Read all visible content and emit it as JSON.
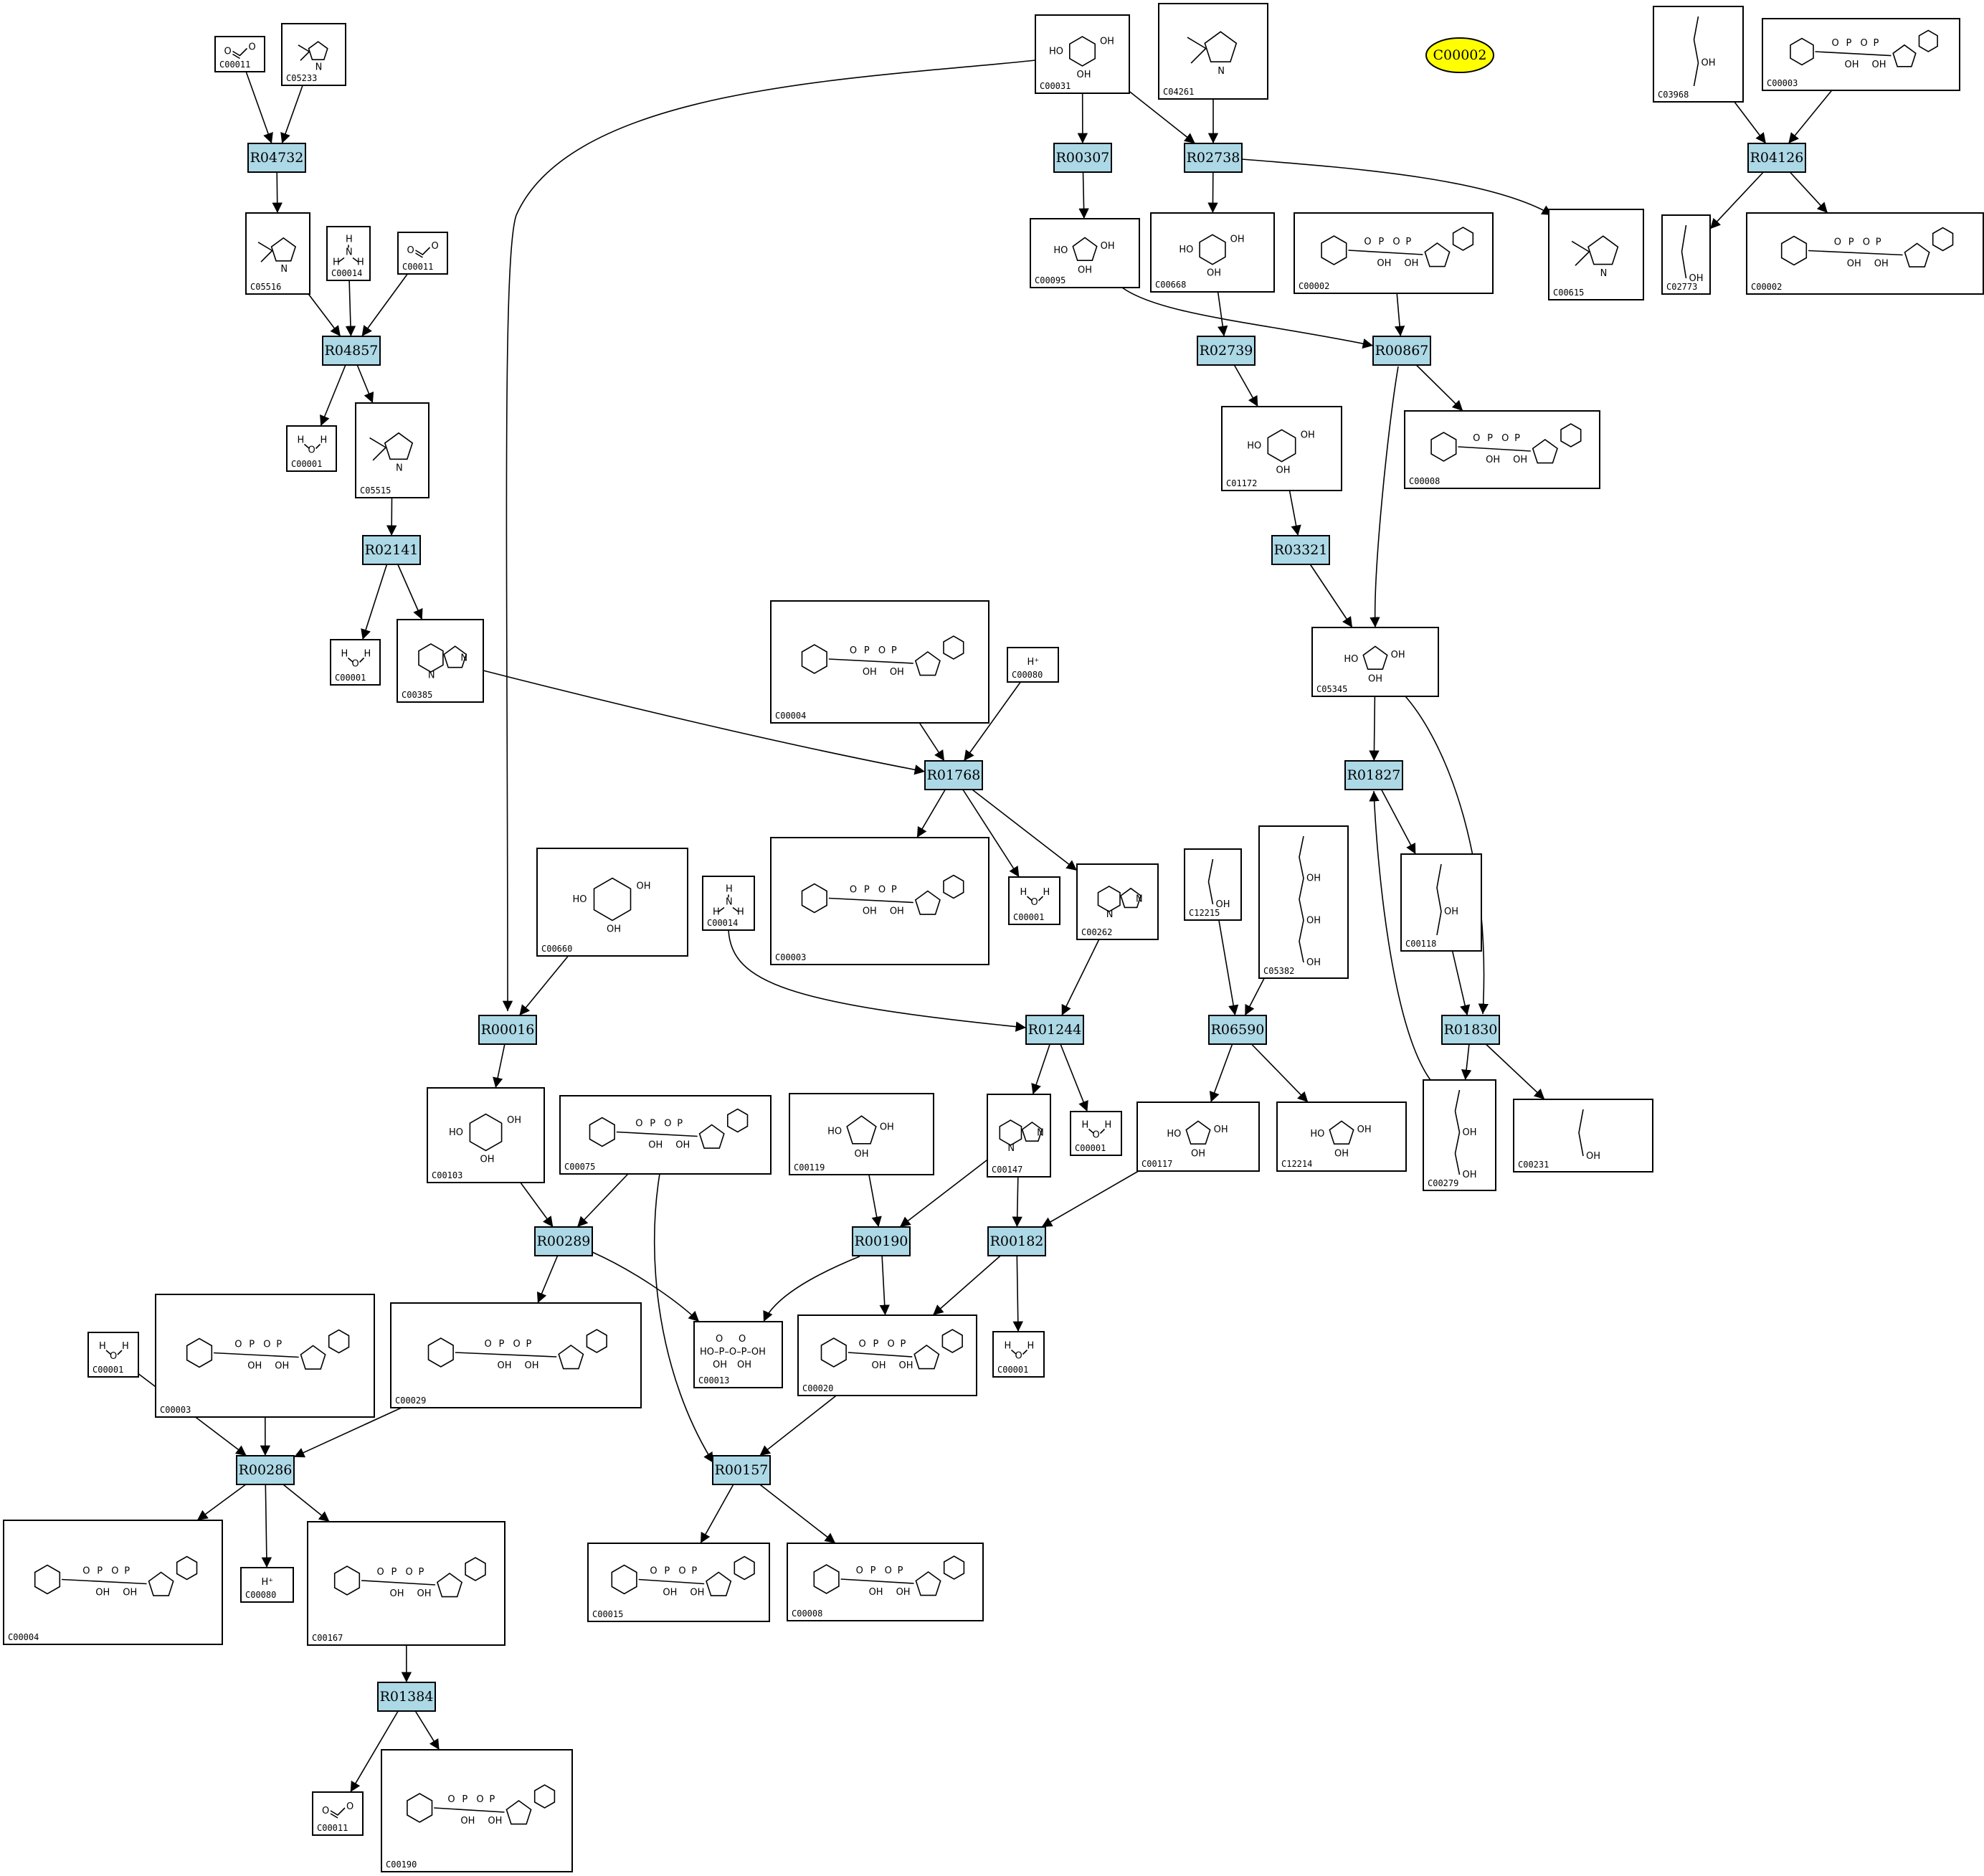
{
  "highlight": {
    "id": "C00002",
    "color": "#ffff00"
  },
  "colors": {
    "reaction": "#add8e6",
    "compound_bg": "#ffffff",
    "highlight": "#ffff00"
  },
  "reactions": [
    {
      "id": "R04732"
    },
    {
      "id": "R04857"
    },
    {
      "id": "R02141"
    },
    {
      "id": "R00307"
    },
    {
      "id": "R02738"
    },
    {
      "id": "R04126"
    },
    {
      "id": "R02739"
    },
    {
      "id": "R00867"
    },
    {
      "id": "R03321"
    },
    {
      "id": "R01768"
    },
    {
      "id": "R01827"
    },
    {
      "id": "R00016"
    },
    {
      "id": "R01244"
    },
    {
      "id": "R06590"
    },
    {
      "id": "R01830"
    },
    {
      "id": "R00289"
    },
    {
      "id": "R00190"
    },
    {
      "id": "R00182"
    },
    {
      "id": "R00286"
    },
    {
      "id": "R00157"
    },
    {
      "id": "R01384"
    }
  ],
  "compounds": [
    {
      "key": "c00011a",
      "label": "C00011",
      "motif": "co2"
    },
    {
      "key": "c05233",
      "label": "C05233",
      "motif": "imid"
    },
    {
      "key": "c05516",
      "label": "C05516",
      "motif": "imid"
    },
    {
      "key": "c00014a",
      "label": "C00014",
      "motif": "nh3"
    },
    {
      "key": "c00011b",
      "label": "C00011",
      "motif": "co2"
    },
    {
      "key": "c00001a",
      "label": "C00001",
      "motif": "h2o"
    },
    {
      "key": "c05515",
      "label": "C05515",
      "motif": "imid"
    },
    {
      "key": "c00001b",
      "label": "C00001",
      "motif": "h2o"
    },
    {
      "key": "c00385",
      "label": "C00385",
      "motif": "purine"
    },
    {
      "key": "c00031",
      "label": "C00031",
      "motif": "pyran"
    },
    {
      "key": "c04261",
      "label": "C04261",
      "motif": "imid"
    },
    {
      "key": "c03968",
      "label": "C03968",
      "motif": "chain"
    },
    {
      "key": "c00003a",
      "label": "C00003",
      "motif": "nuc"
    },
    {
      "key": "c00095",
      "label": "C00095",
      "motif": "furan"
    },
    {
      "key": "c00668",
      "label": "C00668",
      "motif": "pyran"
    },
    {
      "key": "c00002a",
      "label": "C00002",
      "motif": "nuc"
    },
    {
      "key": "c00615",
      "label": "C00615",
      "motif": "imid"
    },
    {
      "key": "c02773",
      "label": "C02773",
      "motif": "chain"
    },
    {
      "key": "c00002b",
      "label": "C00002",
      "motif": "nuc"
    },
    {
      "key": "c01172",
      "label": "C01172",
      "motif": "pyran"
    },
    {
      "key": "c00008",
      "label": "C00008",
      "motif": "nuc"
    },
    {
      "key": "c05345",
      "label": "C05345",
      "motif": "furan"
    },
    {
      "key": "c00004a",
      "label": "C00004",
      "motif": "nuc"
    },
    {
      "key": "c00080a",
      "label": "C00080",
      "motif": "proton"
    },
    {
      "key": "c00660",
      "label": "C00660",
      "motif": "pyran"
    },
    {
      "key": "c00014b",
      "label": "C00014",
      "motif": "nh3"
    },
    {
      "key": "c00003b",
      "label": "C00003",
      "motif": "nuc"
    },
    {
      "key": "c00001c",
      "label": "C00001",
      "motif": "h2o"
    },
    {
      "key": "c00262",
      "label": "C00262",
      "motif": "purine"
    },
    {
      "key": "c12215",
      "label": "C12215",
      "motif": "chain"
    },
    {
      "key": "c05382",
      "label": "C05382",
      "motif": "chain"
    },
    {
      "key": "c00118",
      "label": "C00118",
      "motif": "chain"
    },
    {
      "key": "c00103",
      "label": "C00103",
      "motif": "pyran"
    },
    {
      "key": "c00075",
      "label": "C00075",
      "motif": "nuc"
    },
    {
      "key": "c00119",
      "label": "C00119",
      "motif": "furan"
    },
    {
      "key": "c00147",
      "label": "C00147",
      "motif": "purine"
    },
    {
      "key": "c00001d",
      "label": "C00001",
      "motif": "h2o"
    },
    {
      "key": "c00117",
      "label": "C00117",
      "motif": "furan"
    },
    {
      "key": "c12214",
      "label": "C12214",
      "motif": "furan"
    },
    {
      "key": "c00279",
      "label": "C00279",
      "motif": "chain"
    },
    {
      "key": "c00231",
      "label": "C00231",
      "motif": "chain"
    },
    {
      "key": "c00001e",
      "label": "C00001",
      "motif": "h2o"
    },
    {
      "key": "c00003c",
      "label": "C00003",
      "motif": "nuc"
    },
    {
      "key": "c00029",
      "label": "C00029",
      "motif": "nuc"
    },
    {
      "key": "c00013",
      "label": "C00013",
      "motif": "pp"
    },
    {
      "key": "c00020",
      "label": "C00020",
      "motif": "nuc"
    },
    {
      "key": "c00001f",
      "label": "C00001",
      "motif": "h2o"
    },
    {
      "key": "c00004b",
      "label": "C00004",
      "motif": "nuc"
    },
    {
      "key": "c00080b",
      "label": "C00080",
      "motif": "proton"
    },
    {
      "key": "c00167",
      "label": "C00167",
      "motif": "nuc"
    },
    {
      "key": "c00015",
      "label": "C00015",
      "motif": "nuc"
    },
    {
      "key": "c00008b",
      "label": "C00008",
      "motif": "nuc"
    },
    {
      "key": "c00011c",
      "label": "C00011",
      "motif": "co2"
    },
    {
      "key": "c00190",
      "label": "C00190",
      "motif": "nuc"
    }
  ],
  "edges": [
    [
      "c00011a",
      "R04732"
    ],
    [
      "c05233",
      "R04732"
    ],
    [
      "R04732",
      "c05516"
    ],
    [
      "c05516",
      "R04857"
    ],
    [
      "c00014a",
      "R04857"
    ],
    [
      "c00011b",
      "R04857"
    ],
    [
      "R04857",
      "c00001a"
    ],
    [
      "R04857",
      "c05515"
    ],
    [
      "c05515",
      "R02141"
    ],
    [
      "R02141",
      "c00001b"
    ],
    [
      "R02141",
      "c00385"
    ],
    [
      "c00385",
      "R01768"
    ],
    [
      "c00031",
      "R00307"
    ],
    [
      "c00031",
      "R02738"
    ],
    [
      "c00031",
      "R00016"
    ],
    [
      "c04261",
      "R02738"
    ],
    [
      "R00307",
      "c00095"
    ],
    [
      "R02738",
      "c00668"
    ],
    [
      "R02738",
      "c00615"
    ],
    [
      "c03968",
      "R04126"
    ],
    [
      "c00003a",
      "R04126"
    ],
    [
      "R04126",
      "c02773"
    ],
    [
      "R04126",
      "c00002b"
    ],
    [
      "c00668",
      "R02739"
    ],
    [
      "c00095",
      "R00867"
    ],
    [
      "c00002a",
      "R00867"
    ],
    [
      "R02739",
      "c01172"
    ],
    [
      "R00867",
      "c00008"
    ],
    [
      "R00867",
      "c05345"
    ],
    [
      "c01172",
      "R03321"
    ],
    [
      "R03321",
      "c05345"
    ],
    [
      "c00004a",
      "R01768"
    ],
    [
      "c00080a",
      "R01768"
    ],
    [
      "R01768",
      "c00003b"
    ],
    [
      "R01768",
      "c00001c"
    ],
    [
      "R01768",
      "c00262"
    ],
    [
      "c05345",
      "R01827"
    ],
    [
      "c05345",
      "R01830"
    ],
    [
      "R01827",
      "c00118"
    ],
    [
      "c00279",
      "R01827"
    ],
    [
      "c00118",
      "R01830"
    ],
    [
      "c00660",
      "R00016"
    ],
    [
      "R00016",
      "c00103"
    ],
    [
      "c00014b",
      "R01244"
    ],
    [
      "c00262",
      "R01244"
    ],
    [
      "R01244",
      "c00147"
    ],
    [
      "R01244",
      "c00001d"
    ],
    [
      "c12215",
      "R06590"
    ],
    [
      "c05382",
      "R06590"
    ],
    [
      "R06590",
      "c00117"
    ],
    [
      "R06590",
      "c12214"
    ],
    [
      "R01830",
      "c00279"
    ],
    [
      "R01830",
      "c00231"
    ],
    [
      "c00103",
      "R00289"
    ],
    [
      "c00075",
      "R00289"
    ],
    [
      "c00075",
      "R00157"
    ],
    [
      "c00119",
      "R00190"
    ],
    [
      "c00147",
      "R00190"
    ],
    [
      "c00147",
      "R00182"
    ],
    [
      "c00117",
      "R00182"
    ],
    [
      "R00289",
      "c00029"
    ],
    [
      "R00289",
      "c00013"
    ],
    [
      "R00190",
      "c00013"
    ],
    [
      "R00190",
      "c00020"
    ],
    [
      "R00182",
      "c00020"
    ],
    [
      "R00182",
      "c00001f"
    ],
    [
      "c00001e",
      "R00286"
    ],
    [
      "c00003c",
      "R00286"
    ],
    [
      "c00029",
      "R00286"
    ],
    [
      "c00020",
      "R00157"
    ],
    [
      "R00286",
      "c00004b"
    ],
    [
      "R00286",
      "c00080b"
    ],
    [
      "R00286",
      "c00167"
    ],
    [
      "R00157",
      "c00015"
    ],
    [
      "R00157",
      "c00008b"
    ],
    [
      "c00167",
      "R01384"
    ],
    [
      "R01384",
      "c00011c"
    ],
    [
      "R01384",
      "c00190"
    ]
  ]
}
